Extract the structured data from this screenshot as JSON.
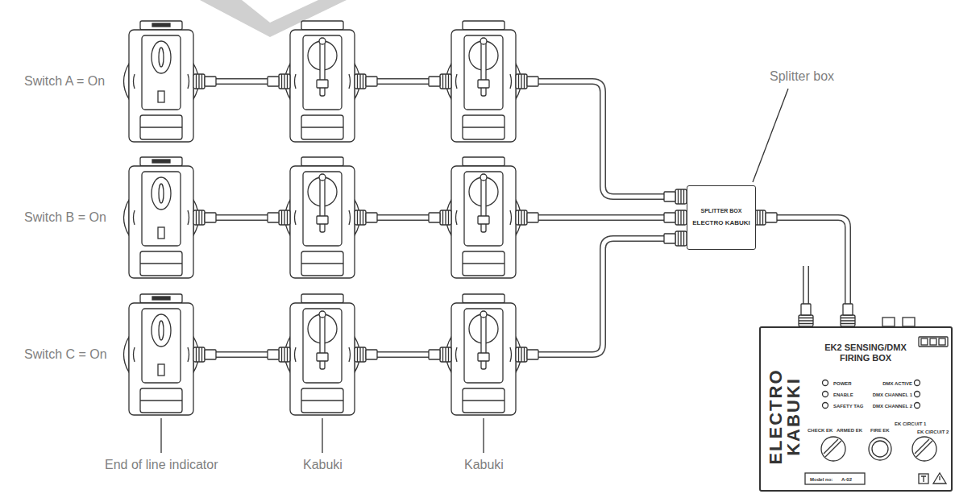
{
  "diagram": {
    "nodes": [
      {
        "text": [
          "SPLITTER BOX",
          "ELECTRO KABUKI"
        ]
      },
      {
        "text": [
          "ELECTRO KABUKI",
          "EK2 SENSING/DMX FIRING BOX",
          "POWER",
          "ENABLE",
          "SAFETY TAG",
          "DMX ACTIVE",
          "DMX CHANNEL 1",
          "DMX CHANNEL 2",
          "CHECK EK",
          "ARMED EK",
          "FIRE EK",
          "EK CIRCUIT 1",
          "EK CIRCUIT 2",
          "Model no:",
          "A-02"
        ]
      }
    ],
    "edges": [
      {
        "from": 0,
        "to": 1,
        "arrow": "none"
      }
    ],
    "labels": [
      "Switch A = On",
      "Switch B = On",
      "Switch C = On",
      "Splitter box",
      "End of line indicator",
      "Kabuki",
      "Kabuki"
    ]
  }
}
